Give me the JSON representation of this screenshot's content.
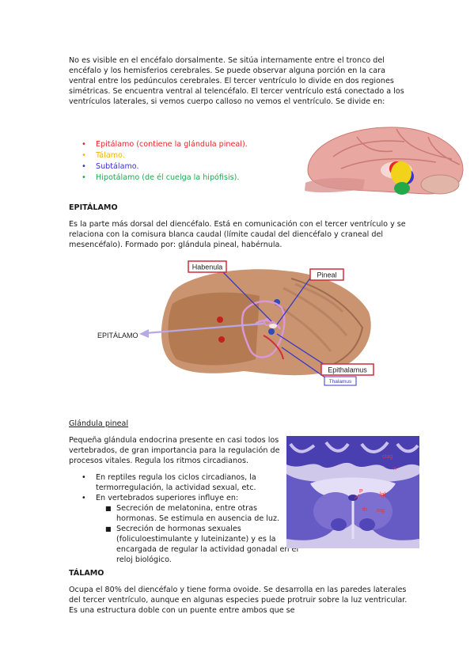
{
  "intro": "No es visible en el encéfalo dorsalmente. Se sitúa internamente entre el tronco del encéfalo y los hemisferios cerebrales. Se puede observar alguna porción en la cara ventral entre los pedúnculos cerebrales. El tercer ventrículo lo divide en dos regiones simétricas. Se encuentra ventral al telencéfalo. El tercer ventrículo está conectado a los ventrículos laterales, si vemos cuerpo calloso no vemos el ventrículo. Se divide en:",
  "divisions": [
    {
      "label": "Epitálamo (contiene la glándula pineal).",
      "color": "#e8262a"
    },
    {
      "label": "Tálamo.",
      "color": "#f0b400"
    },
    {
      "label": "Subtálamo.",
      "color": "#3a2fd0"
    },
    {
      "label": "Hipotálamo (de él cuelga la hipófisis).",
      "color": "#1fa84a"
    }
  ],
  "epitalamo": {
    "heading": "EPITÁLAMO",
    "text": "Es la parte más dorsal del diencéfalo. Está en comunicación con el tercer ventrículo y se relaciona con la comisura blanca caudal (límite caudal del diencéfalo y craneal del mesencéfalo). Formado por: glándula pineal, habérnula.",
    "figure": {
      "label_habenula": "Habenula",
      "label_pineal": "Pineal",
      "label_epithalamus": "Epithalamus",
      "label_thalamus": "Thalamus",
      "side_label": "EPITÁLAMO"
    }
  },
  "glandula": {
    "title": "Glándula pineal",
    "text": "Pequeña glándula endocrina presente en casi todos los vertebrados, de gran importancia para la regulación de procesos vitales. Regula los ritmos circadianos.",
    "items": [
      {
        "text": "En reptiles regula los ciclos circadianos, la termorregulación, la actividad sexual, etc."
      },
      {
        "text": "En vertebrados superiores influye en:"
      }
    ],
    "subitems": [
      "Secreción de melatonina, entre otras hormonas. Se estimula en ausencia de luz.",
      "Secreción de hormonas sexuales (foliculoestimulante y luteinizante) y es la encargada de regular la actividad gonadal en el reloj biológico."
    ],
    "figure": {
      "label_ctag": "ctag",
      "label_p": "P",
      "label_lgl": "lgl",
      "label_th": "th",
      "label_mg": "mg",
      "label_n": "n"
    }
  },
  "talamo": {
    "heading": "TÁLAMO",
    "text": "Ocupa el 80% del diencéfalo y tiene forma ovoide. Se desarrolla en las paredes laterales del tercer ventrículo, aunque en algunas especies puede protruir sobre la luz ventricular. Es una estructura doble con un puente entre ambos que se"
  }
}
